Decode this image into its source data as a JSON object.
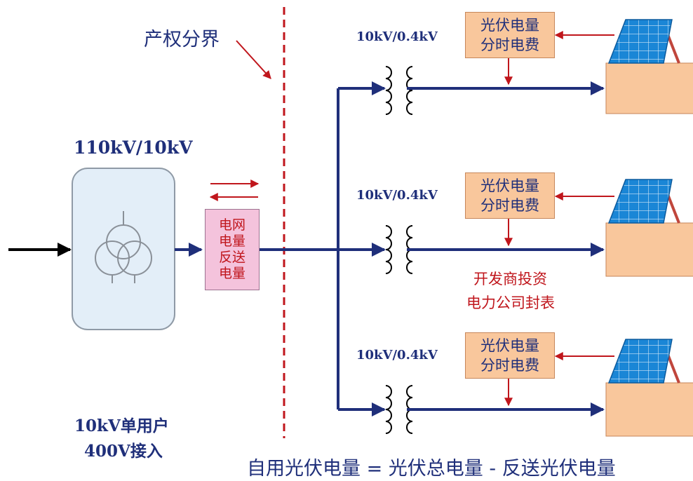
{
  "labels": {
    "boundary": "产权分界",
    "main_transformer": "110kV/10kV",
    "user_type_line1": "10kV单用户",
    "user_type_line2": "400V接入",
    "branch_transformer": "10kV/0.4kV",
    "developer_line1": "开发商投资",
    "developer_line2": "电力公司封表",
    "formula": "自用光伏电量 = 光伏总电量 - 反送光伏电量"
  },
  "grid_meter": {
    "lines": [
      "电网",
      "电量",
      "反送",
      "电量"
    ]
  },
  "pv_meter": {
    "line1": "光伏电量",
    "line2": "分时电费"
  },
  "branches": [
    {
      "transformer": "10kV/0.4kV",
      "meter_line1": "光伏电量",
      "meter_line2": "分时电费"
    },
    {
      "transformer": "10kV/0.4kV",
      "meter_line1": "光伏电量",
      "meter_line2": "分时电费"
    },
    {
      "transformer": "10kV/0.4kV",
      "meter_line1": "光伏电量",
      "meter_line2": "分时电费"
    }
  ],
  "colors": {
    "bus": "#1f2f7a",
    "arrow_red": "#c0161c",
    "meter_fill": "#f9c79c",
    "grid_meter_fill": "#f4c3dc",
    "house_fill": "#f9c79c",
    "panel_blue": "#1a86d6",
    "transformer_fill": "#e3eef8"
  }
}
